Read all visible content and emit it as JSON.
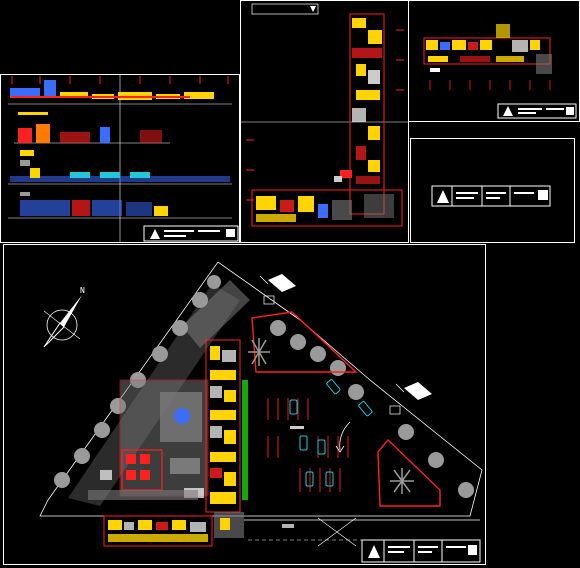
{
  "colors": {
    "background": "#000000",
    "frame": "#ffffff",
    "wall": "#ff2020",
    "room": "#ffd400",
    "accent_blue": "#3a6cff",
    "accent_cyan": "#20c8d8",
    "accent_green": "#19d400",
    "accent_magenta": "#e040e0",
    "hatch_gray": "#7a7a7a",
    "tree_gray": "#9a9a9a"
  },
  "sheets": {
    "elevations": {
      "name": "elevations-sheet"
    },
    "floorplan_vertical": {
      "name": "vertical-floorplan-sheet"
    },
    "floorplan_horizontal": {
      "name": "horizontal-floorplan-sheet"
    },
    "empty_titleblock": {
      "name": "titleblock-only-sheet"
    },
    "site_plan": {
      "name": "site-plan-sheet"
    }
  },
  "icons": {
    "north_arrow": "compass-north-icon",
    "palm": "palm-tree-icon",
    "tree": "round-tree-icon",
    "car": "parked-car-icon",
    "entry_arrow": "entry-arrow-icon"
  },
  "site_text": {
    "parking_label": "",
    "north_letter": "N"
  }
}
